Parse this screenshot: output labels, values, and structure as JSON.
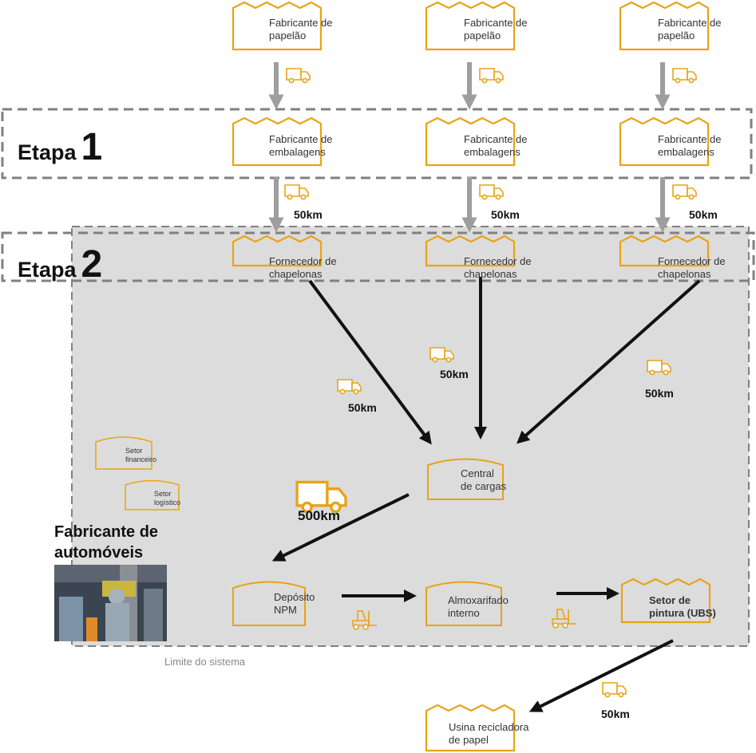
{
  "stages": {
    "stage1_label": "Etapa",
    "stage1_number": "1",
    "stage2_label": "Etapa",
    "stage2_number": "2"
  },
  "nodes": {
    "cardboard_makers": [
      "Fabricante de\npapelão",
      "Fabricante de\npapelão",
      "Fabricante de\npapelão"
    ],
    "packaging_makers": [
      "Fabricante de\nembalagens",
      "Fabricante de\nembalagens",
      "Fabricante de\nembalagens"
    ],
    "sheet_suppliers": [
      "Fornecedor de\nchapelonas",
      "Fornecedor de\nchapelonas",
      "Fornecedor de\nchapelonas"
    ],
    "finance": "Setor\nfinanceiro",
    "logistics": "Setor\nlogístico",
    "cargo_center": "Central\nde cargas",
    "npm_depot": "Depósito\nNPM",
    "internal_warehouse": "Almoxarifado\ninterno",
    "paint_sector": "Setor de\npintura (UBS)",
    "recycling_plant": "Usina recicladora\nde papel"
  },
  "distances": {
    "packaging_to_supplier": [
      "50km",
      "50km",
      "50km"
    ],
    "supplier_to_center": [
      "50km",
      "50km",
      "50km"
    ],
    "center_to_depot": "500km",
    "paint_to_recycling": "50km"
  },
  "automaker_title": "Fabricante de\nautomóveis",
  "system_limit": "Limite do sistema",
  "colors": {
    "factory_outline": "#E8A317",
    "system_area": "#DCDCDC",
    "gray_arrow": "#9E9E9E",
    "black_arrow": "#111111",
    "dashed_border": "#808080"
  },
  "icons": {
    "factory": "factory-icon",
    "warehouse": "warehouse-icon",
    "truck": "truck-icon",
    "forklift": "forklift-icon"
  }
}
